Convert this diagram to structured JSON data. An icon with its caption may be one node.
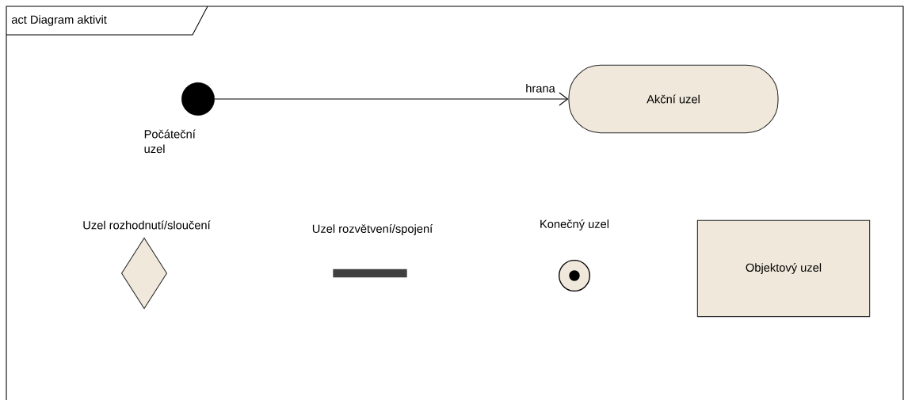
{
  "diagram": {
    "nodes": [
      {
        "text": [
          "act Diagram aktivit"
        ]
      },
      {
        "text": [],
        "shape": "dot",
        "beside": [
          "Počáteční uzel"
        ],
        "in": 0
      },
      {
        "text": [
          "Akční uzel"
        ],
        "in": 0
      },
      {
        "text": [],
        "shape": "diamond",
        "beside": [
          "Uzel rozhodnutí/sloučení"
        ],
        "in": 0
      },
      {
        "text": [],
        "shape": "bar",
        "beside": [
          "Uzel rozvětvení/spojení"
        ],
        "in": 0
      },
      {
        "text": [],
        "shape": "circle",
        "beside": [
          "Konečný uzel"
        ],
        "in": 0
      },
      {
        "text": [
          "Objektový uzel"
        ],
        "in": 0
      }
    ],
    "edges": [
      {
        "from": 1,
        "to": 2,
        "arrow": "to",
        "label": "hrana"
      }
    ]
  }
}
